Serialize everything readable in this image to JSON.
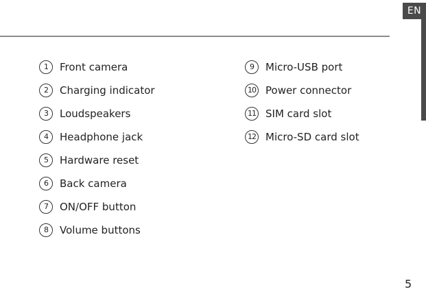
{
  "language_tab": "EN",
  "page_number": "5",
  "left_column": [
    {
      "number": "1",
      "label": "Front camera"
    },
    {
      "number": "2",
      "label": "Charging indicator"
    },
    {
      "number": "3",
      "label": "Loudspeakers"
    },
    {
      "number": "4",
      "label": "Headphone jack"
    },
    {
      "number": "5",
      "label": "Hardware reset"
    },
    {
      "number": "6",
      "label": "Back camera"
    },
    {
      "number": "7",
      "label": "ON/OFF button"
    },
    {
      "number": "8",
      "label": "Volume buttons"
    }
  ],
  "right_column": [
    {
      "number": "9",
      "label": "Micro-USB port"
    },
    {
      "number": "10",
      "label": "Power connector"
    },
    {
      "number": "11",
      "label": "SIM card slot"
    },
    {
      "number": "12",
      "label": "Micro-SD card slot"
    }
  ],
  "colors": {
    "tab_background": "#4a4a4a",
    "rule": "#8c8c8c",
    "text": "#222222"
  }
}
